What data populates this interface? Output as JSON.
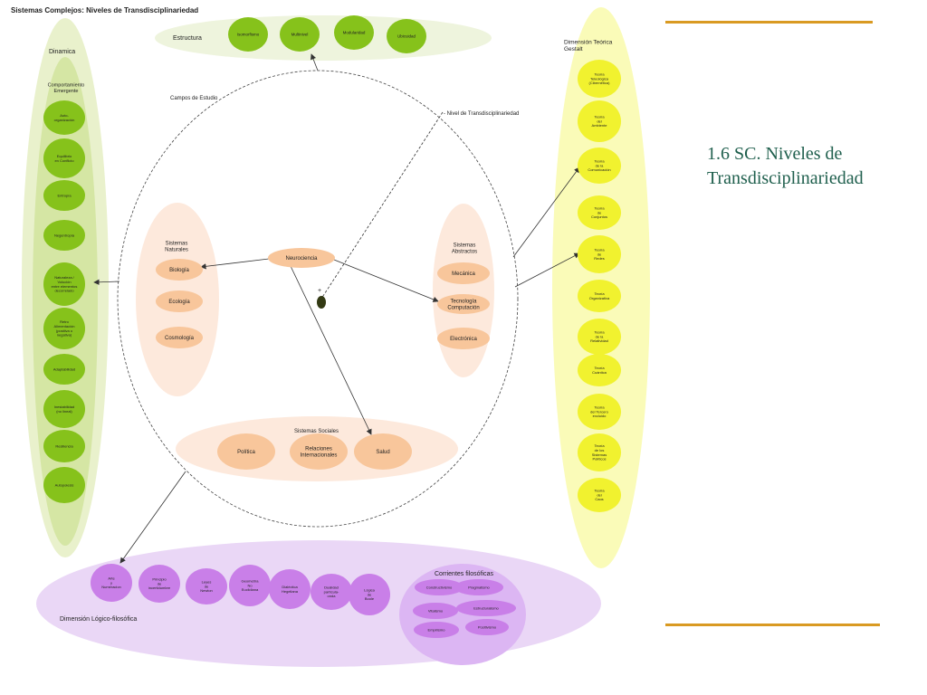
{
  "page_title": "Sistemas Complejos: Niveles de Transdisciplinariedad",
  "slide_title": "1.6 SC. Niveles de Transdisciplinariedad",
  "colors": {
    "green_node": "#86c21b",
    "green_band": "#e9f1cc",
    "yellow_band": "#fafbb8",
    "yellow_node": "#f1f22f",
    "peach_band": "#fde9dc",
    "peach_node": "#f8c69b",
    "lavender_band": "#ead7f6",
    "purple_node": "#c97fe8",
    "title_green": "#1f5f4d",
    "rule_gold": "#d99a22"
  },
  "estructura": {
    "label": "Estructura",
    "nodes": [
      "Isomorfismo",
      "Multinivel",
      "Modularidad",
      "Ubicuidad"
    ]
  },
  "dinamica": {
    "label": "Dinamica",
    "sub_label": "Comportamiento\nEmergente",
    "nodes": [
      "Auto-\norganización",
      "Equilibrio\nen Conflicto",
      "Entropía",
      "Negentropía",
      "Naturaleza /\nVolución\nentre elementos\ndecorrelado",
      "Retro\nAlimentación\n(positiva o\nnegativa)",
      "Adaptabilidad",
      "Inestabilidad\n(no lineal)",
      "Resiliencia",
      "Autopoiesis"
    ]
  },
  "gestalt": {
    "label": "Dimensión Teórica\nGestalt",
    "nodes": [
      "Teoría\nTeleológica\n(Cibernética)",
      "Teoría\ndel\nAmbiente",
      "Teoría\nde la\nComunicación",
      "Teoría\nde\nConjuntos",
      "Teoría\nde\nRedes",
      "Teoría\nOrganizativa",
      "Teoría\nde la\nRelatividad",
      "Teoría\nCuántica",
      "Teoría\ndel Tercero\nexcluido",
      "Teoría\nde los\nSistemas\nPolíticos",
      "Teoría\ndel\nCaos"
    ]
  },
  "campos": {
    "label": "Campos de Estudio",
    "nivel_label": "- Nivel de Transdisciplinariedad",
    "plus": "+",
    "center": "Neurociencia",
    "naturales": {
      "label": "Sistemas\nNaturales",
      "nodes": [
        "Biología",
        "Ecología",
        "Cosmología"
      ]
    },
    "abstractos": {
      "label": "Sistemas\nAbstractos",
      "nodes": [
        "Mecánica",
        "Tecnología\nComputación",
        "Electrónica"
      ]
    },
    "sociales": {
      "label": "Sistemas Sociales",
      "nodes": [
        "Política",
        "Relaciones\nInternacionales",
        "Salud"
      ]
    }
  },
  "logico": {
    "label": "Dimensión Lógico-filosófica",
    "nodes": [
      "Arte\ny\nNumeracion",
      "Principio\nde\nincertidumbre",
      "Leyes\nde\nNewton",
      "Geometría\nNo\nEuclidiana",
      "Dialéctica\nHegeliana",
      "Dualidad\npartícula-\nonda",
      "Lógica\nde\nBoole"
    ],
    "corrientes": {
      "label": "Corrientes filosóficas",
      "nodes": [
        "Constructivismo",
        "Pragmatismo",
        "Vitalismo",
        "Estructuralismo",
        "Empirismo",
        "Positivismo"
      ]
    }
  }
}
